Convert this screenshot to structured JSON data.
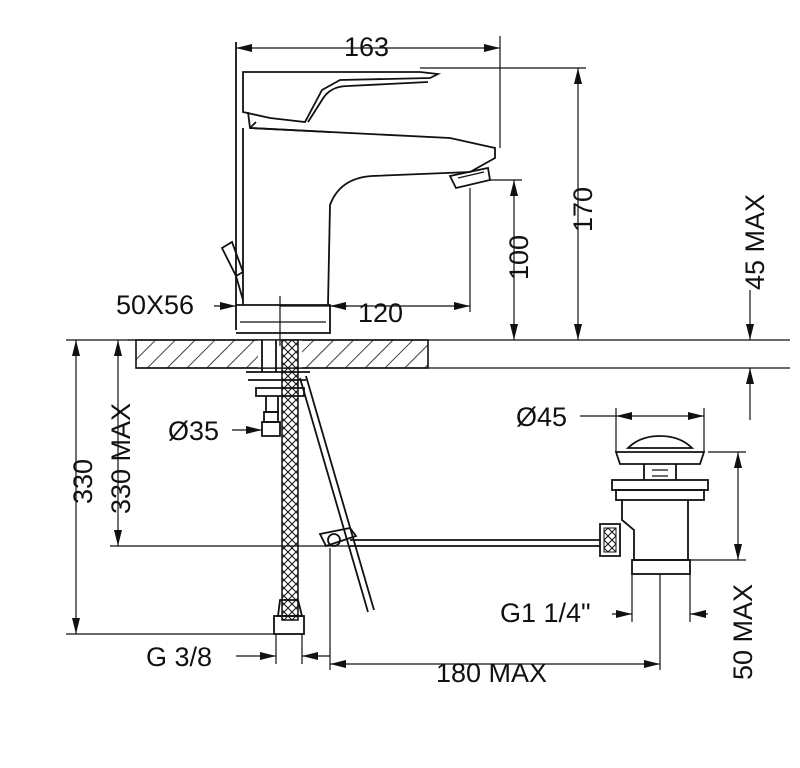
{
  "colors": {
    "line": "#111111",
    "background": "#ffffff"
  },
  "dimensions": {
    "width_163": "163",
    "height_170": "170",
    "spout_height_100": "100",
    "reach_120": "120",
    "base_50x56": "50X56",
    "max_45": "45 MAX",
    "dia_35": "Ø35",
    "dia_45": "Ø45",
    "len_330": "330",
    "len_330_max": "330 MAX",
    "thread_g38": "G 3/8",
    "thread_g114": "G1 1/4\"",
    "max_180": "180 MAX",
    "max_50": "50 MAX"
  }
}
